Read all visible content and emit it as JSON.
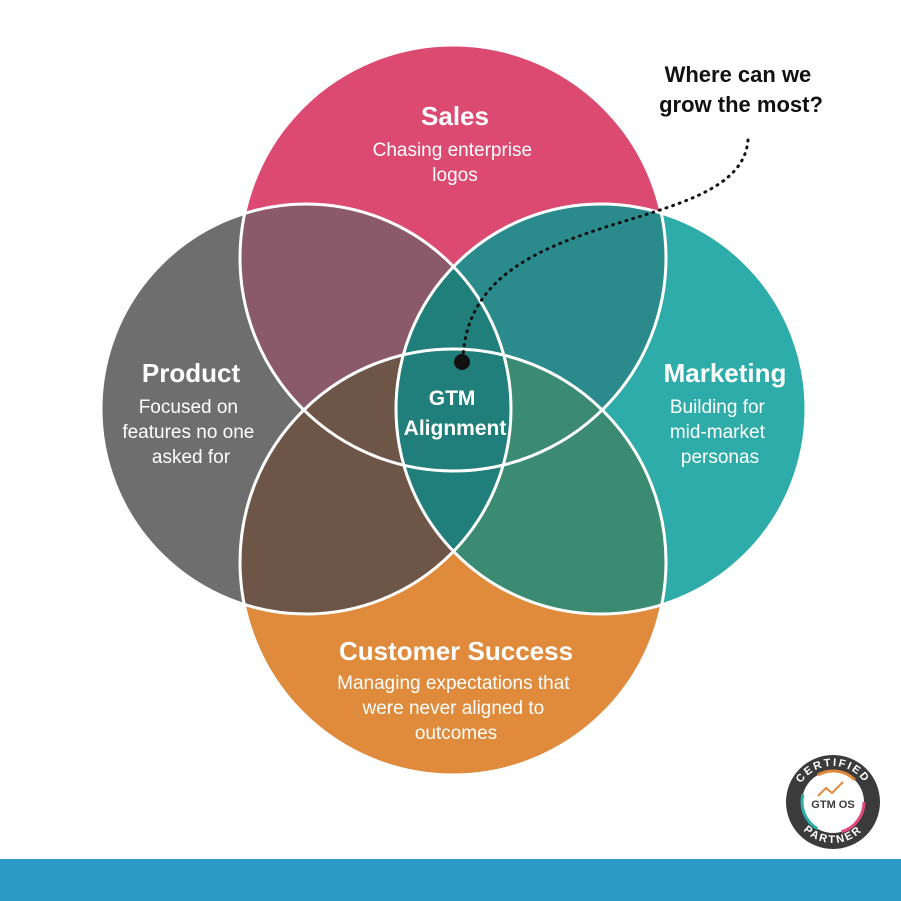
{
  "diagram": {
    "sets": {
      "sales": {
        "title": "Sales",
        "description": [
          "Chasing enterprise",
          "logos"
        ],
        "color": "#dc4a72"
      },
      "product": {
        "title": "Product",
        "description": [
          "Focused on",
          "features no one",
          "asked for"
        ],
        "color": "#6e6e6e"
      },
      "marketing": {
        "title": "Marketing",
        "description": [
          "Building for",
          "mid-market",
          "personas"
        ],
        "color": "#2eaca9"
      },
      "customer_success": {
        "title": "Customer Success",
        "description": [
          "Managing expectations that",
          "were never aligned to",
          "outcomes"
        ],
        "color": "#e08a3c"
      }
    },
    "center": {
      "label": [
        "GTM",
        "Alignment"
      ],
      "color": "#1f7f7a"
    },
    "callout": {
      "text": [
        "Where can we",
        "grow the most?"
      ]
    }
  },
  "badge": {
    "top_text": "CERTIFIED",
    "logo_text": "GTM OS",
    "bottom_text": "PARTNER",
    "ring_color": "#3b3b3b"
  },
  "footer": {
    "bar_color": "#2d9bc8"
  }
}
